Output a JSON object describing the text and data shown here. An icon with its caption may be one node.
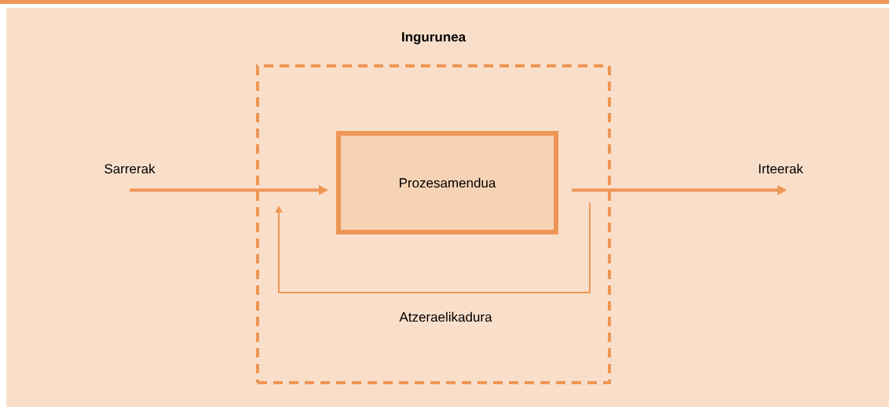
{
  "diagram": {
    "nodes": [
      {
        "text": [
          "Ingurunea"
        ]
      },
      {
        "text": [
          "Sarrerak"
        ]
      },
      {
        "text": [
          "Prozesamendua"
        ],
        "in": 0
      },
      {
        "text": [
          "Irteerak"
        ]
      }
    ],
    "edges": [
      {
        "from": 1,
        "to": 2,
        "arrow": "to"
      },
      {
        "from": 2,
        "to": 3,
        "arrow": "to"
      },
      {
        "from": 2,
        "to": 2,
        "arrow": "to",
        "label": "Atzeraelikadura"
      }
    ]
  }
}
